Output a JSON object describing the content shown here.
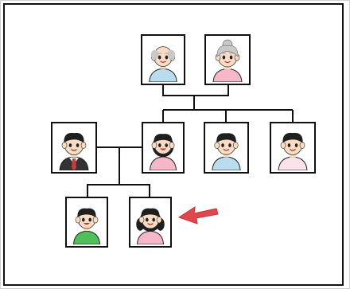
{
  "diagram": {
    "people": [
      {
        "id": "grandfather",
        "figure": "elderly-man-bald"
      },
      {
        "id": "grandmother",
        "figure": "elderly-woman-bun"
      },
      {
        "id": "uncle",
        "figure": "man-in-suit"
      },
      {
        "id": "mother",
        "figure": "woman-pink"
      },
      {
        "id": "father",
        "figure": "man-casual"
      },
      {
        "id": "aunt",
        "figure": "woman-short-hair"
      },
      {
        "id": "son",
        "figure": "boy-green"
      },
      {
        "id": "daughter",
        "figure": "girl-pigtails"
      }
    ],
    "highlight_arrow_target": "daughter",
    "colors": {
      "frame": "#111111",
      "connector": "#111111",
      "arrow": "#e0474c",
      "skin": "#f9dcc4",
      "hair_dark": "#1f1f1f",
      "hair_grey": "#c9c9c9",
      "shirt_blue": "#b9dcef",
      "shirt_pink": "#f6b8c8",
      "shirt_green": "#4fbf5a",
      "suit": "#333333",
      "tie": "#d0393c"
    }
  }
}
